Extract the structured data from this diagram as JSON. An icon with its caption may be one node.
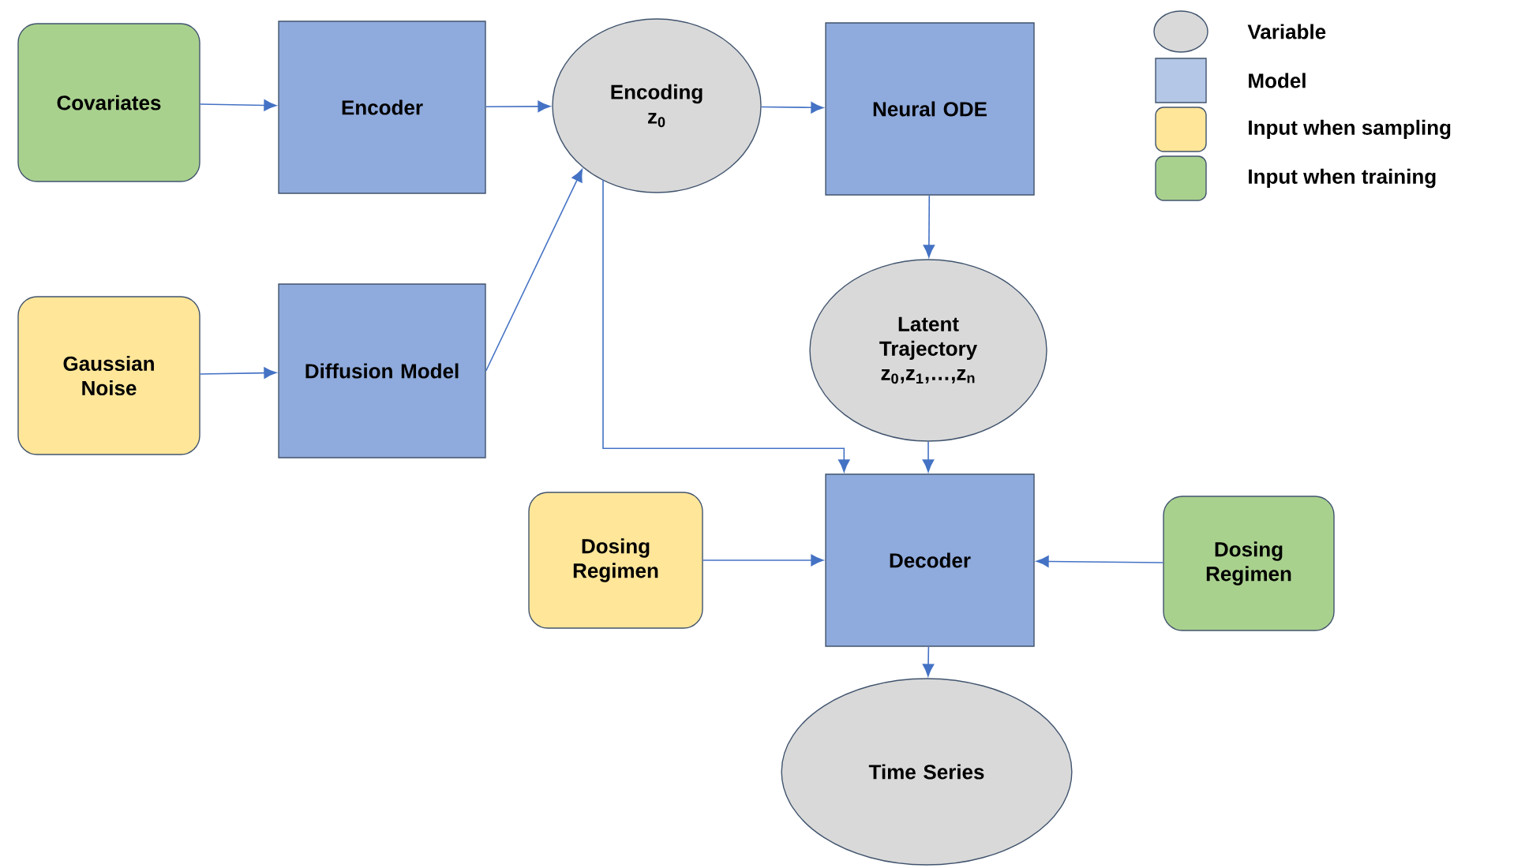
{
  "diagram": {
    "nodes": [
      {
        "text": [
          "Covariates"
        ]
      },
      {
        "text": [
          "Encoder"
        ]
      },
      {
        "text": [
          "Encoding z$_{0}$"
        ]
      },
      {
        "text": [
          "Neural ODE"
        ]
      },
      {
        "text": [
          "Gaussian Noise"
        ]
      },
      {
        "text": [
          "Diffusion Model"
        ]
      },
      {
        "text": [
          "Latent Trajectory z$_{0}$,z$_{1}$,…,z$_{n}$"
        ]
      },
      {
        "text": [
          "Dosing Regimen"
        ]
      },
      {
        "text": [
          "Decoder"
        ]
      },
      {
        "text": [
          "Dosing Regimen"
        ]
      },
      {
        "text": [
          "Time Series"
        ]
      }
    ],
    "edges": [
      {
        "from": 0,
        "to": 1,
        "arrow": "to"
      },
      {
        "from": 1,
        "to": 2,
        "arrow": "to"
      },
      {
        "from": 2,
        "to": 3,
        "arrow": "to"
      },
      {
        "from": 4,
        "to": 5,
        "arrow": "to"
      },
      {
        "from": 5,
        "to": 2,
        "arrow": "to"
      },
      {
        "from": 3,
        "to": 6,
        "arrow": "to"
      },
      {
        "from": 2,
        "to": 8,
        "arrow": "to"
      },
      {
        "from": 6,
        "to": 8,
        "arrow": "to"
      },
      {
        "from": 7,
        "to": 8,
        "arrow": "to"
      },
      {
        "from": 9,
        "to": 8,
        "arrow": "to"
      },
      {
        "from": 8,
        "to": 10,
        "arrow": "to"
      }
    ],
    "legend": [
      {
        "text": "Variable",
        "color": "#d9d9d9"
      },
      {
        "text": "Model",
        "color": "#b4c7e7"
      },
      {
        "text": "Input when sampling",
        "color": "#ffe699"
      },
      {
        "text": "Input when training",
        "color": "#a9d18e"
      }
    ]
  }
}
